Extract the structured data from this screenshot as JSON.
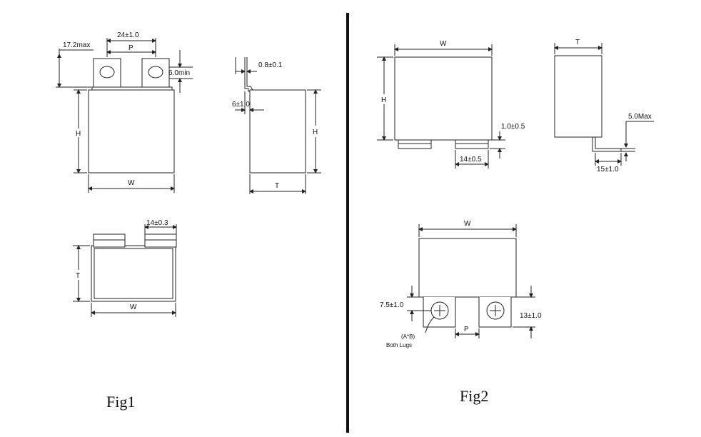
{
  "fig1": {
    "caption": "Fig1",
    "front": {
      "dim_17_2": "17.2max",
      "dim_24": "24±1.0",
      "dim_p": "P",
      "dim_6": "6.0min",
      "dim_h": "H",
      "dim_w": "W"
    },
    "side": {
      "dim_0_8": "0.8±0.1",
      "dim_6": "6±1.0",
      "dim_h": "H",
      "dim_t": "T"
    },
    "top": {
      "dim_14": "14±0.3",
      "dim_t": "T",
      "dim_w": "W"
    }
  },
  "fig2": {
    "caption": "Fig2",
    "front": {
      "dim_w": "W",
      "dim_h": "H",
      "dim_1_0": "1.0±0.5",
      "dim_14": "14±0.5"
    },
    "side": {
      "dim_t": "T",
      "dim_5": "5.0Max",
      "dim_15": "15±1.0"
    },
    "bottom": {
      "dim_w": "W",
      "dim_7_5": "7.5±1.0",
      "dim_13": "13±1.0",
      "dim_p": "P",
      "note_line1": "(A*B)",
      "note_line2": "Both Lugs"
    }
  }
}
